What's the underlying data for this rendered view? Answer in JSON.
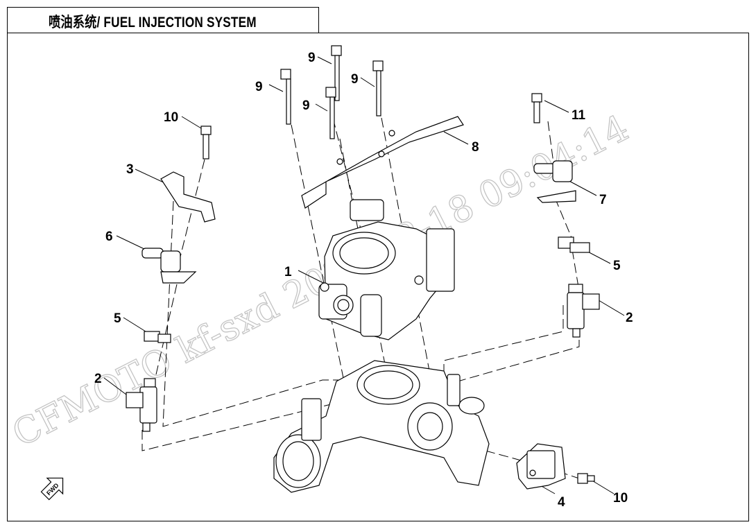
{
  "title": "喷油系统/ FUEL INJECTION SYSTEM",
  "watermark": "CFMOTO  kf-sxd  2022-02-18  09:04:14",
  "fwd_label": "FWD",
  "callouts": [
    "1",
    "2",
    "2",
    "3",
    "4",
    "5",
    "5",
    "6",
    "7",
    "8",
    "9",
    "9",
    "9",
    "9",
    "10",
    "10",
    "11"
  ]
}
